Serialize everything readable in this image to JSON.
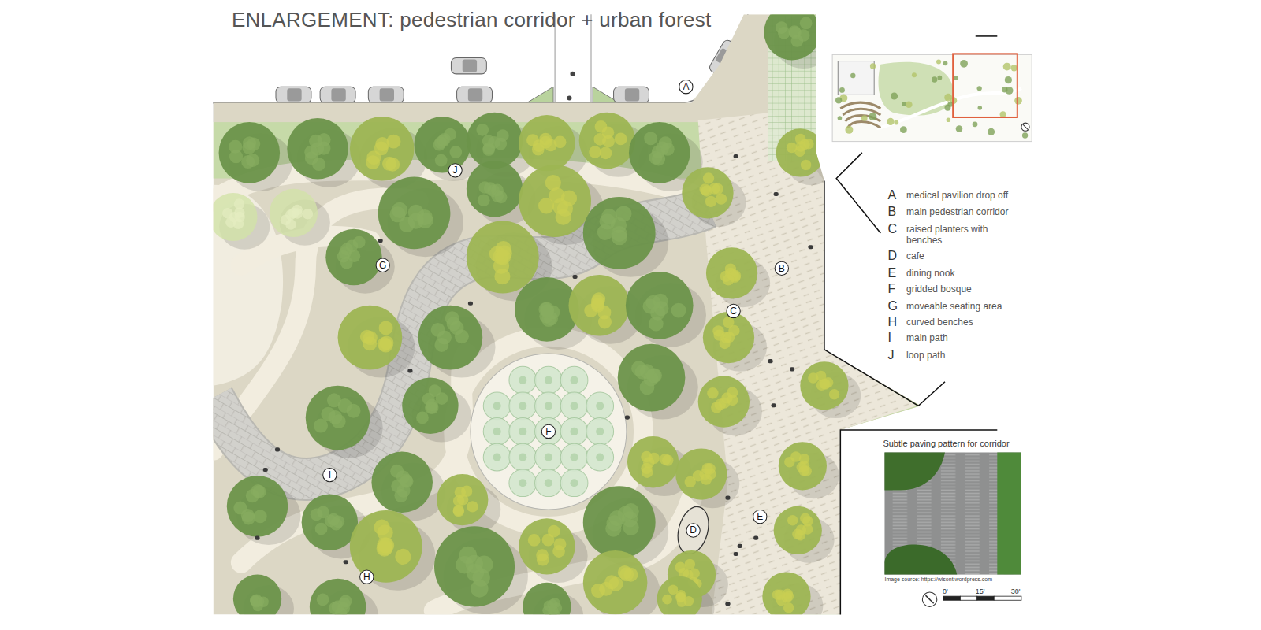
{
  "diagram": {
    "title": "ENLARGEMENT: pedestrian corridor + urban forest",
    "labels": [
      "A",
      "B",
      "C",
      "D",
      "E",
      "F",
      "G",
      "H",
      "I",
      "J",
      "A",
      "medical pavilion drop off",
      "B",
      "main pedestrian corridor",
      "C",
      "raised planters with benches",
      "D",
      "cafe",
      "E",
      "dining nook",
      "F",
      "gridded bosque",
      "G",
      "moveable seating area",
      "H",
      "curved benches",
      "I",
      "main path",
      "J",
      "loop path",
      "Subtle paving pattern for corridor",
      "Image source: https://wisont.wordpress.com",
      "0'",
      "15'",
      "30'"
    ]
  }
}
